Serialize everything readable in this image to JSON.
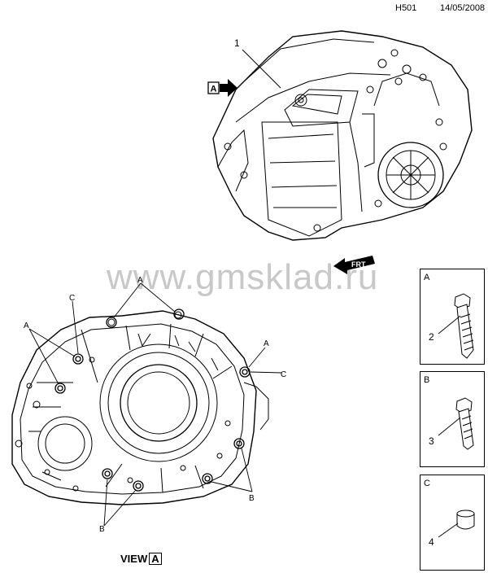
{
  "header": {
    "code": "H501",
    "date": "14/05/2008"
  },
  "watermark": {
    "text": "www.gmsklad.ru"
  },
  "main_view": {
    "part_number": "1",
    "view_flag": "A",
    "front_flag": "FRT"
  },
  "view_a": {
    "title": "VIEW",
    "letter": "A",
    "callouts": {
      "a": "A",
      "b": "B",
      "c": "C"
    }
  },
  "fastener_panels": [
    {
      "letter": "A",
      "part_number": "2"
    },
    {
      "letter": "B",
      "part_number": "3"
    },
    {
      "letter": "C",
      "part_number": "4"
    }
  ]
}
